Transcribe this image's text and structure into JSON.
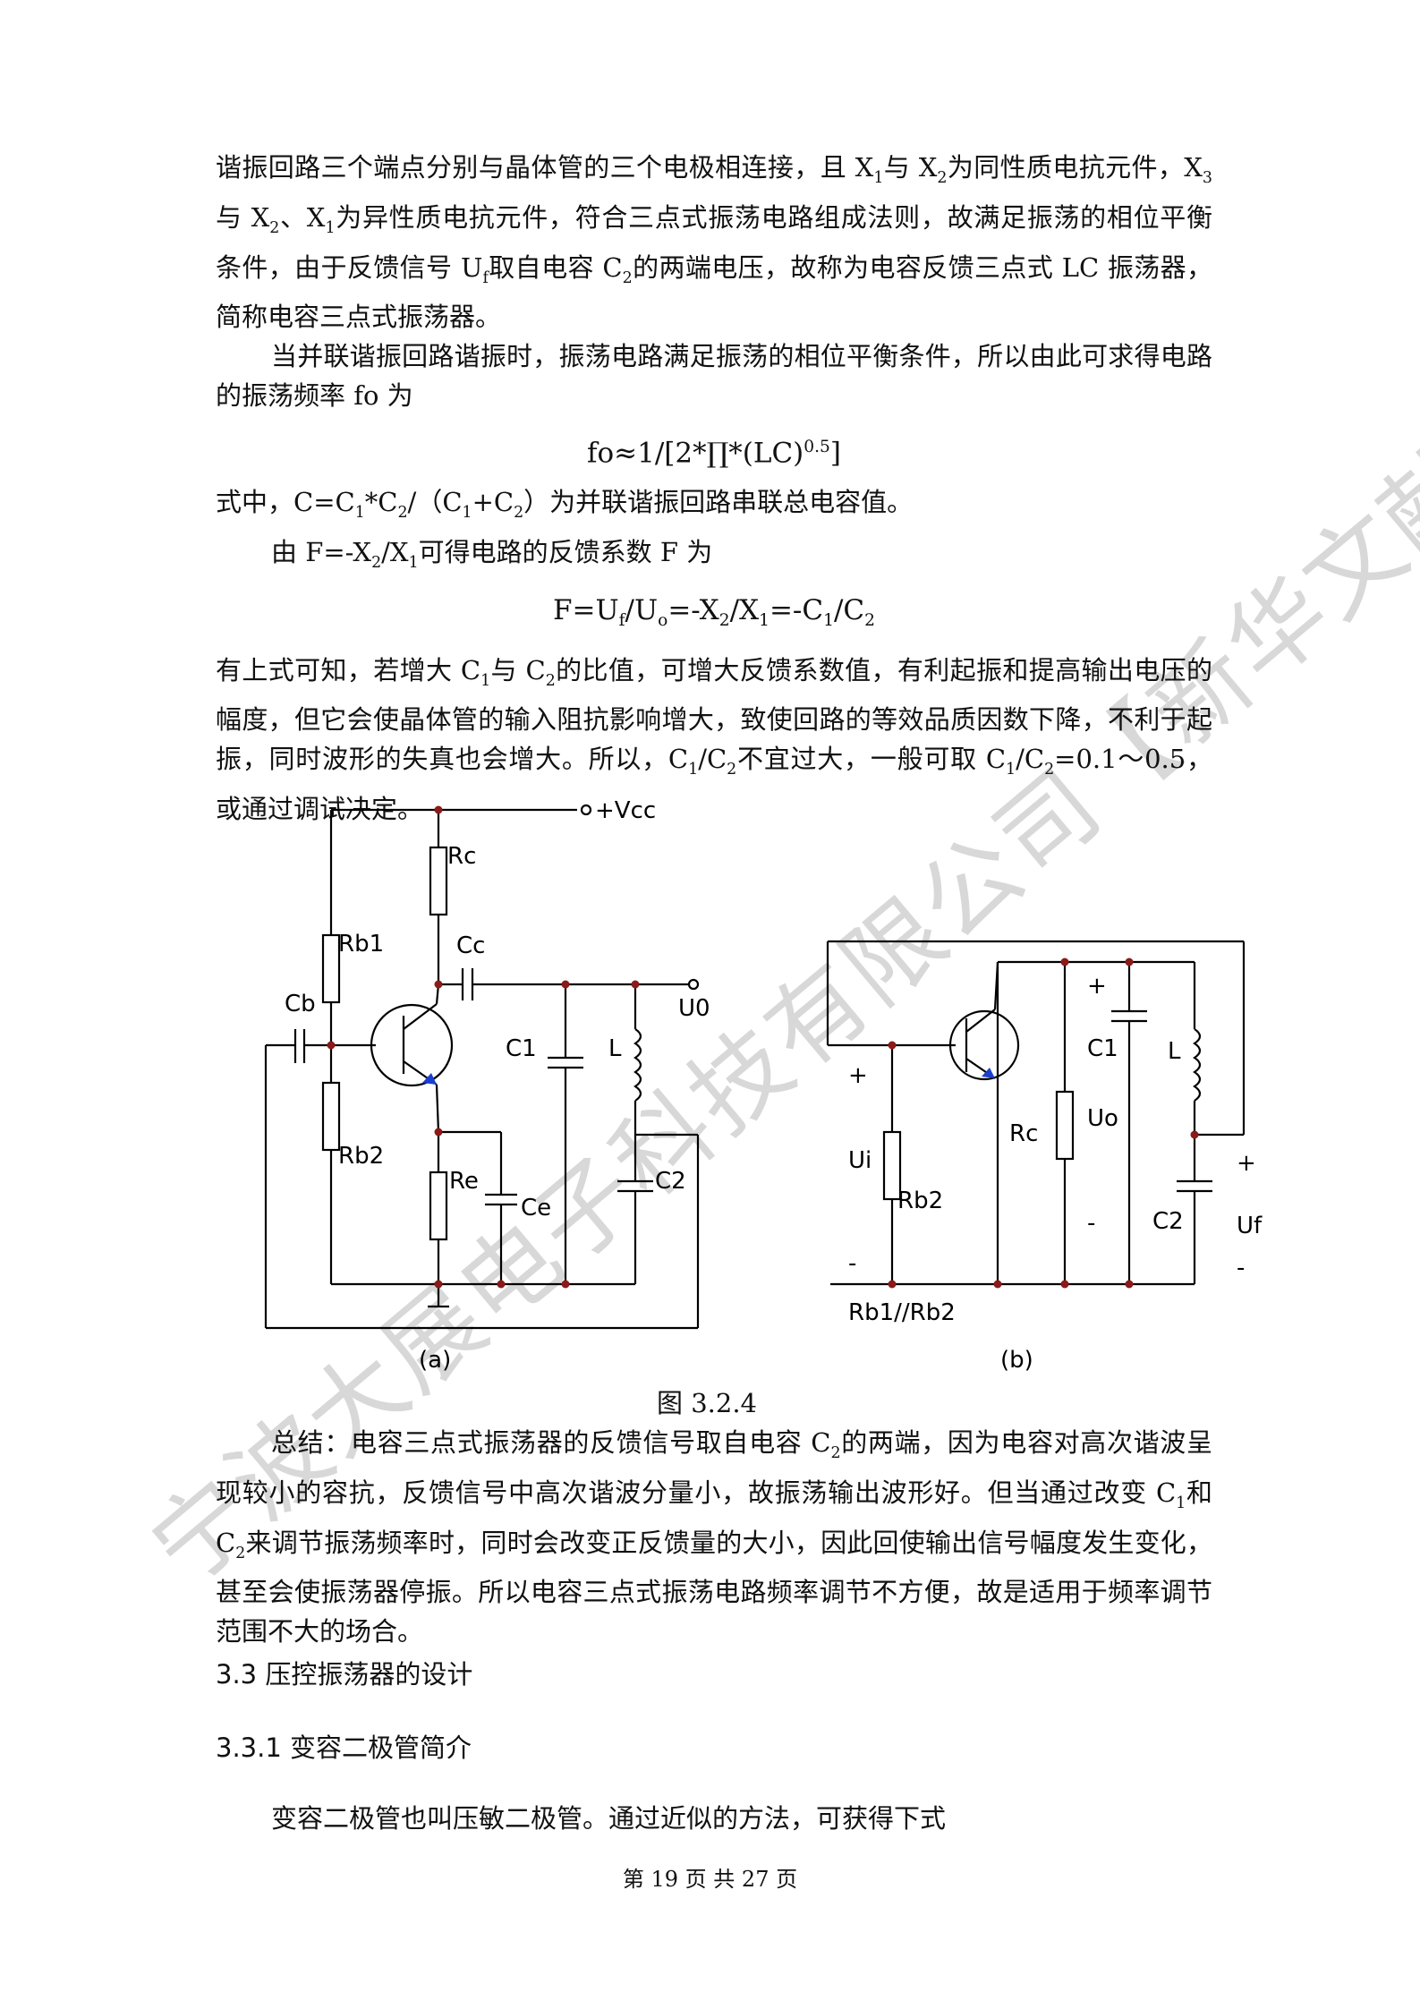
{
  "paragraph1": {
    "a": "谐振回路三个端点分别与晶体管的三个电极相连接，且 X",
    "b": "与 X",
    "c": "为同性质电抗元件，X",
    "d": "与 X",
    "e": "、X",
    "f": "为异性质电抗元件，符合三点式振荡电路组成法则，故满足振荡的相位平衡条件，由于反馈信号 U",
    "g": "取自电容 C",
    "h": "的两端电压，故称为电容反馈三点式 LC 振荡器，简称电容三点式振荡器。",
    "s1": "1",
    "s2": "2",
    "s3": "3",
    "s4": "2",
    "s5": "1",
    "s6": "f",
    "s7": "2"
  },
  "paragraph2": "当并联谐振回路谐振时，振荡电路满足振荡的相位平衡条件，所以由此可求得电路的振荡频率 fo 为",
  "formula1": {
    "main": "fo≈1/[2*∏*(LC)",
    "exp": "0.5",
    "close": "]"
  },
  "paragraph3": {
    "a": "式中，C=C",
    "s1": "1",
    "b": "*C",
    "s2": "2",
    "c": "/（C",
    "s3": "1",
    "d": "+C",
    "s4": "2",
    "e": "）为并联谐振回路串联总电容值。"
  },
  "paragraph4": {
    "a": "由 F=-X",
    "s1": "2",
    "b": "/X",
    "s2": "1",
    "c": "可得电路的反馈系数 F 为"
  },
  "formula2": {
    "a": "F=U",
    "s1": "f",
    "b": "/U",
    "s2": "o",
    "c": "=-X",
    "s3": "2",
    "d": "/X",
    "s4": "1",
    "e": "=-C",
    "s5": "1",
    "f": "/C",
    "s6": "2"
  },
  "paragraph5": {
    "a": "有上式可知，若增大 C",
    "s1": "1",
    "b": "与 C",
    "s2": "2",
    "c": "的比值，可增大反馈系数值，有利起振和提高输出电压的幅度，但它会使晶体管的输入阻抗影响增大，致使回路的等效品质因数下降，不利于起振，同时波形的失真也会增大。所以，C",
    "s3": "1",
    "d": "/C",
    "s4": "2",
    "e": "不宜过大，一般可取 C",
    "s5": "1",
    "f": "/C",
    "s6": "2",
    "g": "=0.1～0.5，或通过调试决定。"
  },
  "circuit_a": {
    "vcc": "+Vcc",
    "rc": "Rc",
    "cc": "Cc",
    "rb1": "Rb1",
    "cb": "Cb",
    "u0": "U0",
    "c1": "C1",
    "l": "L",
    "rb2": "Rb2",
    "re": "Re",
    "ce": "Ce",
    "c2": "C2",
    "caption": "(a)"
  },
  "circuit_b": {
    "plus_in": "+",
    "ui": "Ui",
    "rb2": "Rb2",
    "minus_in": "-",
    "rb12": "Rb1//Rb2",
    "rc": "Rc",
    "plus_o": "+",
    "c1": "C1",
    "uo": "Uo",
    "minus_o": "-",
    "l": "L",
    "plus_f": "+",
    "c2": "C2",
    "uf": "Uf",
    "minus_f": "-",
    "caption": "(b)"
  },
  "figure_caption": "图 3.2.4",
  "paragraph6": {
    "a": "总结：电容三点式振荡器的反馈信号取自电容 C",
    "s1": "2",
    "b": "的两端，因为电容对高次谐波呈现较小的容抗，反馈信号中高次谐波分量小，故振荡输出波形好。但当通过改变 C",
    "s2": "1",
    "c": "和 C",
    "s3": "2",
    "d": "来调节振荡频率时，同时会改变正反馈量的大小，因此回使输出信号幅度发生变化，甚至会使振荡器停振。所以电容三点式振荡电路频率调节不方便，故是适用于频率调节范围不大的场合。"
  },
  "heading1": "3.3 压控振荡器的设计",
  "heading2": "3.3.1 变容二极管简介",
  "paragraph7": "变容二极管也叫压敏二极管。通过近似的方法，可获得下式",
  "footer": "第 19 页 共 27 页",
  "watermark": "宁波大展电子科技有限公司【新华文献】"
}
